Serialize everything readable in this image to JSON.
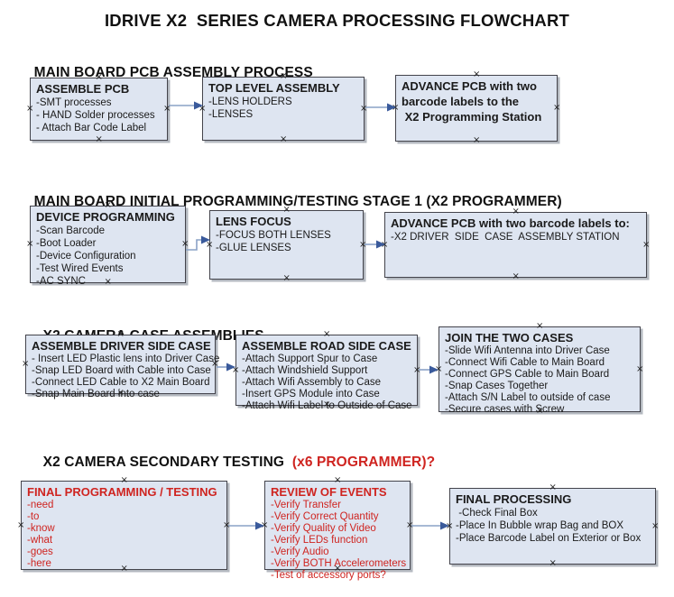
{
  "title": "IDRIVE X2  SERIES CAMERA PROCESSING FLOWCHART",
  "colors": {
    "background": "#ffffff",
    "box_fill": "#dee5f1",
    "box_border": "#43434b",
    "text_black": "#1a1a1a",
    "accent_red": "#cf2420",
    "arrow_line": "#8aa2c6",
    "arrow_head": "#3a5a9b"
  },
  "sections": [
    {
      "heading": "MAIN BOARD PCB ASSEMBLY PROCESS",
      "heading_suffix": "",
      "boxes": [
        {
          "title": "ASSEMBLE PCB",
          "lines": [
            "-SMT processes",
            "- HAND Solder processes",
            "- Attach Bar Code Label"
          ]
        },
        {
          "title": "TOP LEVEL ASSEMBLY",
          "lines": [
            "-LENS HOLDERS",
            "-LENSES"
          ]
        },
        {
          "title": "ADVANCE PCB with two",
          "lines": [
            "barcode labels to the",
            " X2 Programming Station"
          ]
        }
      ]
    },
    {
      "heading": "MAIN BOARD INITIAL PROGRAMMING/TESTING STAGE 1 (X2 PROGRAMMER)",
      "heading_suffix": "",
      "boxes": [
        {
          "title": "DEVICE PROGRAMMING",
          "lines": [
            "-Scan Barcode",
            "-Boot Loader",
            "-Device Configuration",
            "-Test Wired Events",
            "-AC SYNC"
          ]
        },
        {
          "title": "LENS FOCUS",
          "lines": [
            "-FOCUS BOTH LENSES",
            "-GLUE LENSES"
          ]
        },
        {
          "title": "ADVANCE PCB with two barcode labels to:",
          "lines": [
            "-X2 DRIVER  SIDE  CASE  ASSEMBLY STATION"
          ]
        }
      ]
    },
    {
      "heading": "X2 CAMERA CASE ASSEMBLIES",
      "heading_suffix": "",
      "boxes": [
        {
          "title": "ASSEMBLE DRIVER SIDE CASE",
          "lines": [
            "- Insert LED Plastic lens into Driver Case",
            "-Snap LED Board with Cable into Case",
            "-Connect LED Cable to X2 Main Board",
            "-Snap Main Board into case"
          ]
        },
        {
          "title": "ASSEMBLE ROAD SIDE CASE",
          "lines": [
            "-Attach Support Spur to Case",
            "-Attach Windshield Support",
            "-Attach Wifi Assembly to Case",
            "-Insert GPS Module into Case",
            "-Attach Wifi Label to Outside of Case"
          ]
        },
        {
          "title": "JOIN THE TWO CASES",
          "lines": [
            "-Slide Wifi Antenna into Driver Case",
            "-Connect Wifi Cable to Main Board",
            "-Connect GPS Cable to Main Board",
            "-Snap Cases Together",
            "-Attach S/N Label to outside of case",
            "-Secure cases with Screw"
          ]
        }
      ]
    },
    {
      "heading": "X2 CAMERA SECONDARY TESTING  ",
      "heading_suffix": "(x6 PROGRAMMER)?",
      "boxes": [
        {
          "title": "FINAL PROGRAMMING / TESTING",
          "lines": [
            "-need",
            "-to",
            "-know",
            "-what",
            "-goes",
            "-here"
          ]
        },
        {
          "title": "REVIEW OF EVENTS",
          "lines": [
            "-Verify Transfer",
            "-Verify Correct Quantity",
            "-Verify Quality of Video",
            "-Verify LEDs function",
            "-Verify Audio",
            "-Verify BOTH Accelerometers",
            "-Test of accessory ports?"
          ]
        },
        {
          "title": "FINAL PROCESSING",
          "lines": [
            " -Check Final Box",
            "-Place In Bubble wrap Bag and BOX",
            "-Place Barcode Label on Exterior or Box"
          ]
        }
      ]
    }
  ],
  "connections": [
    {
      "from": "ASSEMBLE PCB",
      "to": "TOP LEVEL ASSEMBLY"
    },
    {
      "from": "TOP LEVEL ASSEMBLY",
      "to": "ADVANCE PCB with two barcode labels to the X2 Programming Station"
    },
    {
      "from": "DEVICE PROGRAMMING",
      "to": "LENS FOCUS"
    },
    {
      "from": "LENS FOCUS",
      "to": "ADVANCE PCB with two barcode labels to:"
    },
    {
      "from": "ASSEMBLE DRIVER SIDE CASE",
      "to": "ASSEMBLE ROAD SIDE CASE"
    },
    {
      "from": "ASSEMBLE ROAD SIDE CASE",
      "to": "JOIN THE TWO CASES"
    },
    {
      "from": "FINAL PROGRAMMING / TESTING",
      "to": "REVIEW OF EVENTS"
    },
    {
      "from": "REVIEW OF EVENTS",
      "to": "FINAL PROCESSING"
    }
  ]
}
